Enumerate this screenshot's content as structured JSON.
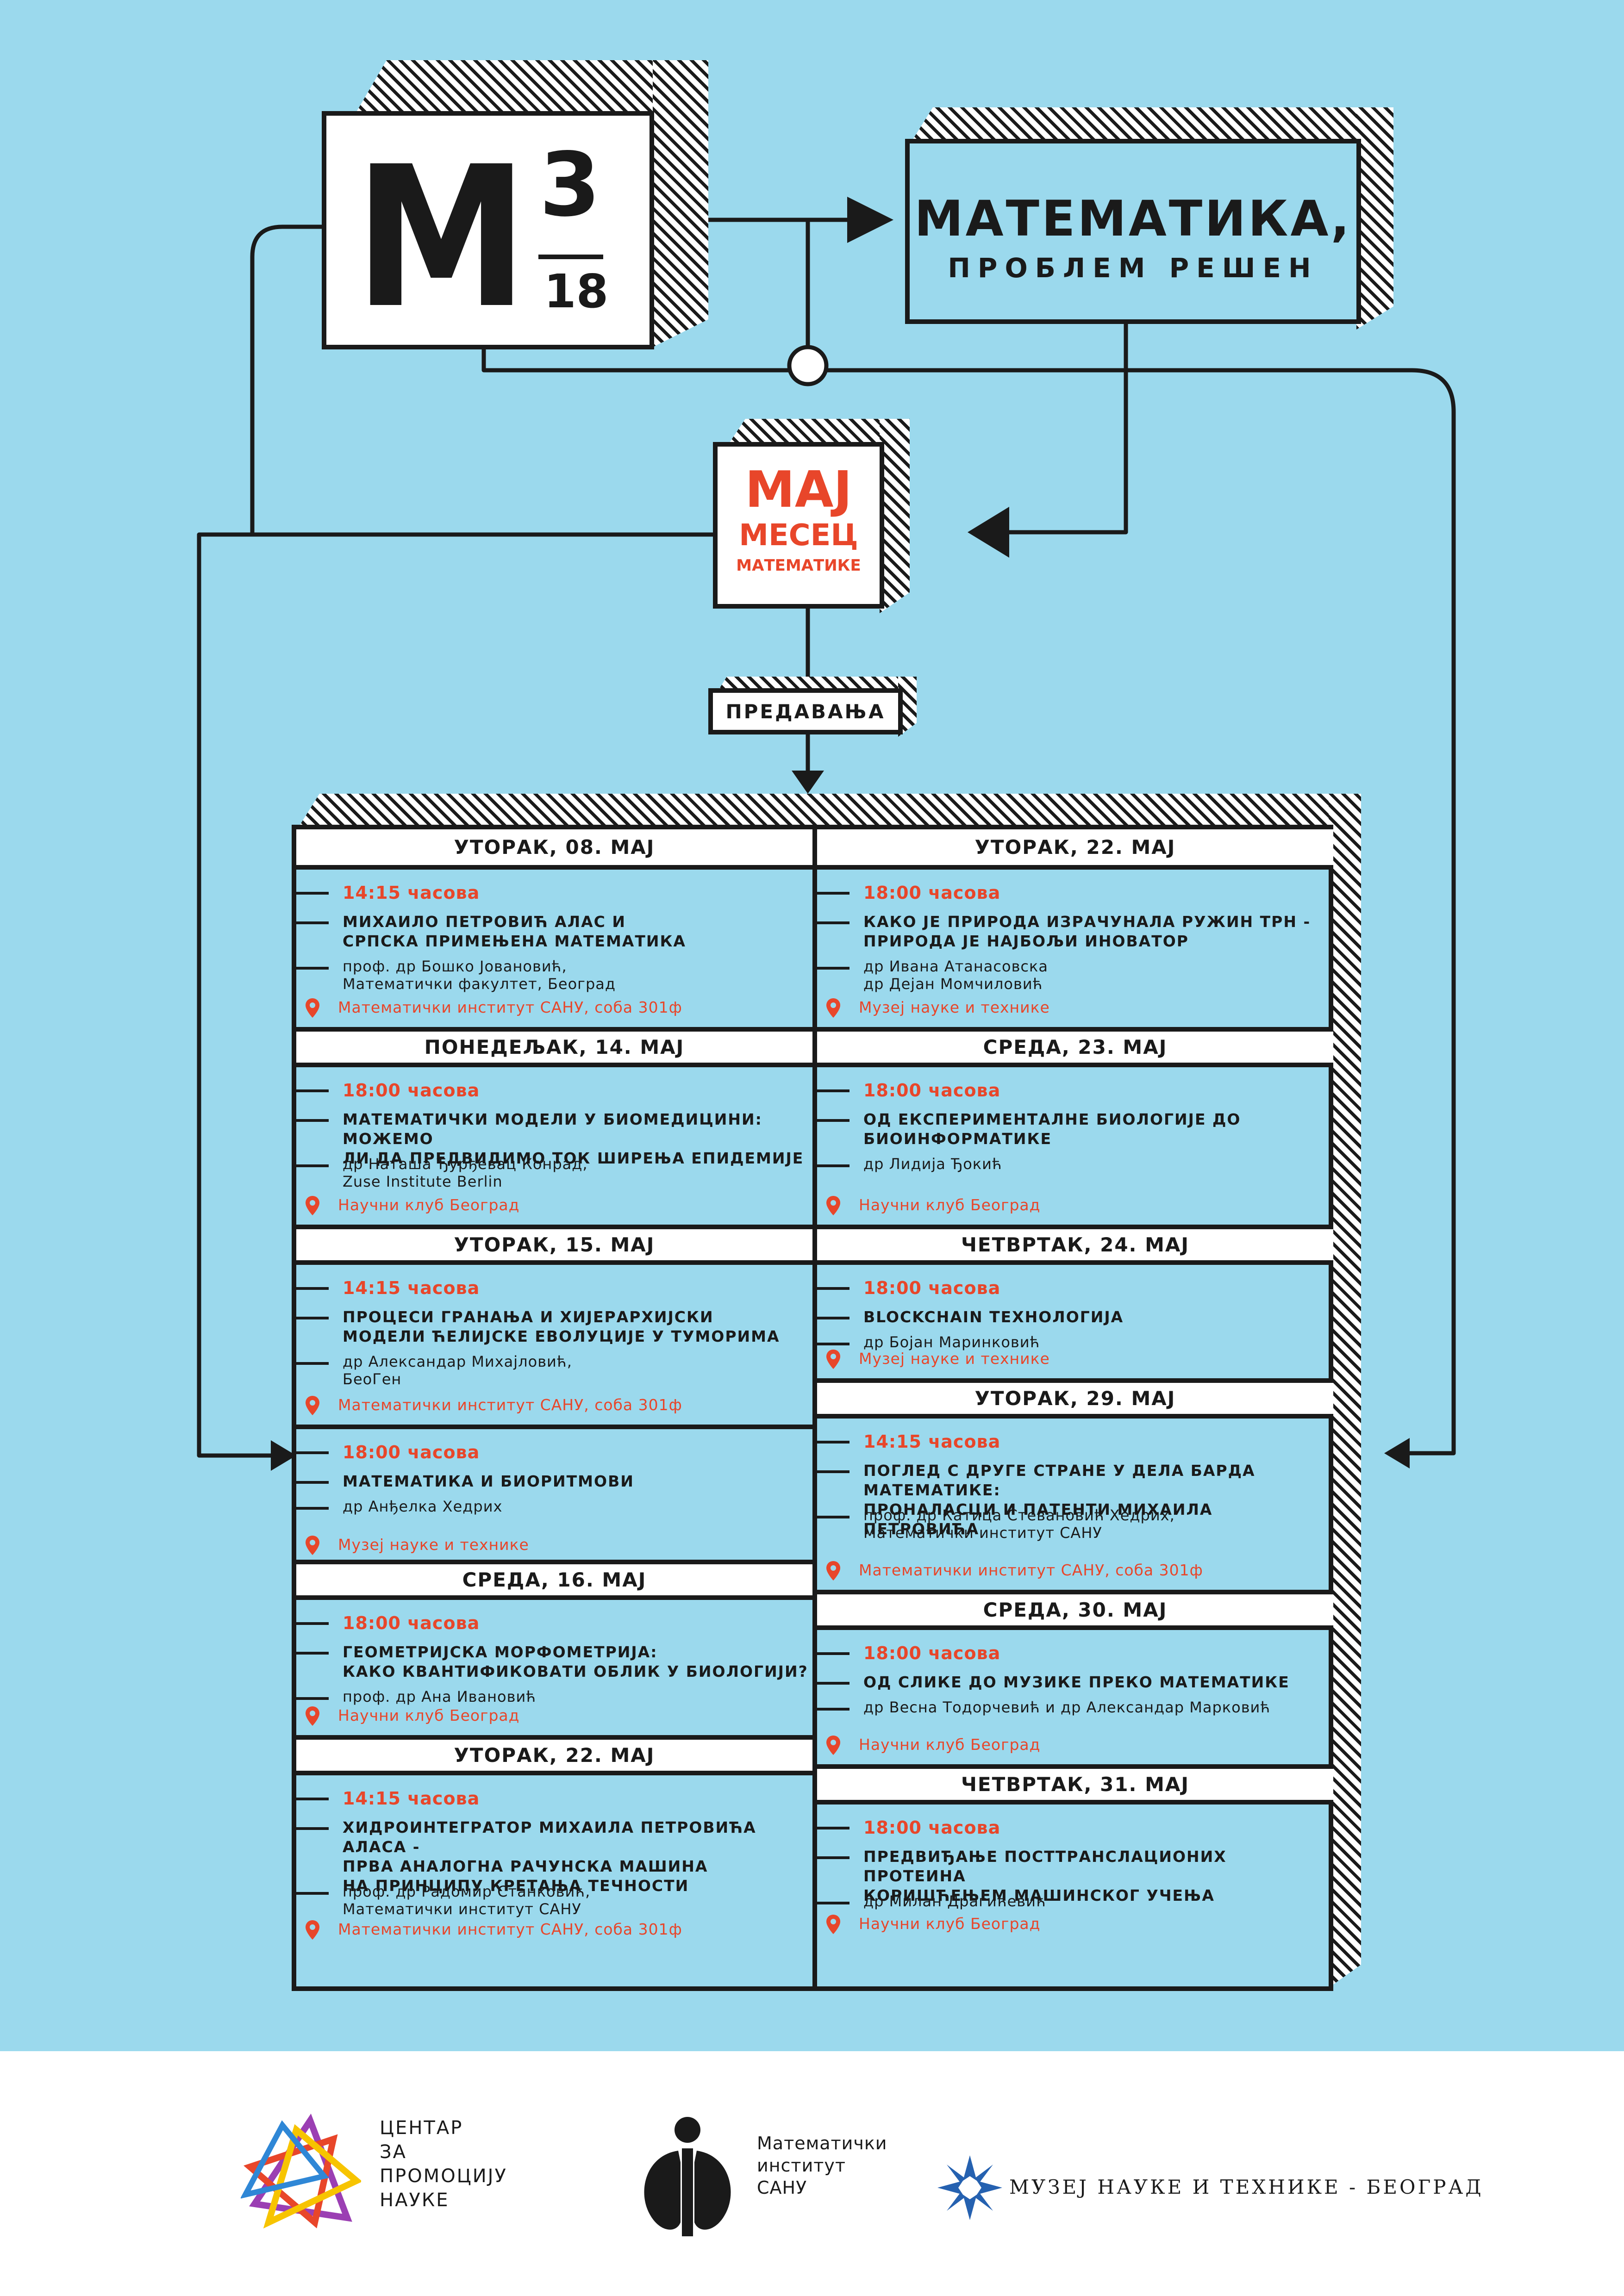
{
  "logo": {
    "letter": "M",
    "exponent": "3",
    "year": "18"
  },
  "title": {
    "main": "МАТЕМАТИКА,",
    "sub": "ПРОБЛЕМ РЕШЕН"
  },
  "month": {
    "line1": "МАЈ",
    "line2": "МЕСЕЦ",
    "line3": "МАТЕМАТИКЕ"
  },
  "section_label": "ПРЕДАВАЊА",
  "colors": {
    "background": "#9bd9ed",
    "accent": "#e8462a",
    "ink": "#1a1a1a"
  },
  "left_column": [
    {
      "day": "УТОРАК, 08. МАЈ",
      "events": [
        {
          "time": "14:15 часова",
          "title": "МИХАИЛО ПЕТРОВИЋ АЛАС И\nСРПСКА ПРИМЕЊЕНА МАТЕМАТИКА",
          "speaker": "проф. др Бошко Јовановић,\nМатематички факултет, Београд",
          "place": "Математички институт САНУ, соба 301ф"
        }
      ]
    },
    {
      "day": "ПОНЕДЕЉАК, 14. МАЈ",
      "events": [
        {
          "time": "18:00 часова",
          "title": "МАТЕМАТИЧКИ МОДЕЛИ У БИОМЕДИЦИНИ: МОЖЕМО\nЛИ ДА ПРЕДВИДИМО ТОК ШИРЕЊА ЕПИДЕМИЈЕ",
          "speaker": "др Наташа Ђурђевац Конрад,\nZuse Institute Berlin",
          "place": "Научни клуб Београд"
        }
      ]
    },
    {
      "day": "УТОРАК, 15. МАЈ",
      "events": [
        {
          "time": "14:15 часова",
          "title": "ПРОЦЕСИ ГРАНАЊА И ХИЈЕРАРХИЈСКИ\nМОДЕЛИ ЋЕЛИЈСКЕ ЕВОЛУЦИЈЕ У ТУМОРИМА",
          "speaker": "др Александар Михајловић,\nБеоГен",
          "place": "Математички институт САНУ, соба 301ф"
        },
        {
          "time": "18:00 часова",
          "title": "МАТЕМАТИКА И БИОРИТМОВИ",
          "speaker": "др Анђелка Хедрих",
          "place": "Музеј науке и технике"
        }
      ]
    },
    {
      "day": "СРЕДА, 16. МАЈ",
      "events": [
        {
          "time": "18:00 часова",
          "title": "ГЕОМЕТРИЈСКА МОРФОМЕТРИЈА:\nКАКО КВАНТИФИКОВАТИ ОБЛИК У БИОЛОГИЈИ?",
          "speaker": "проф. др Ана Ивановић",
          "place": "Научни клуб Београд"
        }
      ]
    },
    {
      "day": "УТОРАК, 22. МАЈ",
      "events": [
        {
          "time": "14:15 часова",
          "title": "ХИДРОИНТЕГРАТОР МИХАИЛА ПЕТРОВИЋА АЛАСА -\nПРВА АНАЛОГНА РАЧУНСКА МАШИНА\nНА ПРИНЦИПУ КРЕТАЊА ТЕЧНОСТИ",
          "speaker": "проф. др Радомир Станковић,\nМатематички институт САНУ",
          "place": "Математички институт САНУ, соба 301ф"
        }
      ]
    }
  ],
  "right_column": [
    {
      "day": "УТОРАК, 22. МАЈ",
      "events": [
        {
          "time": "18:00 часова",
          "title": "КАКО ЈЕ ПРИРОДА ИЗРАЧУНАЛА РУЖИН ТРН -\nПРИРОДА ЈЕ НАЈБОЉИ ИНОВАТОР",
          "speaker": "др Ивана Атанасовска\nдр Дејан Момчиловић",
          "place": "Музеј науке и технике"
        }
      ]
    },
    {
      "day": "СРЕДА, 23. МАЈ",
      "events": [
        {
          "time": "18:00 часова",
          "title": "ОД ЕКСПЕРИМЕНТАЛНЕ БИОЛОГИЈЕ ДО\nБИОИНФОРМАТИКЕ",
          "speaker": "др Лидија Ђокић",
          "place": "Научни клуб Београд"
        }
      ]
    },
    {
      "day": "ЧЕТВРТАК, 24. МАЈ",
      "events": [
        {
          "time": "18:00 часова",
          "title": "BLOCKCHAIN ТЕХНОЛОГИЈА",
          "speaker": "др Бојан Маринковић",
          "place": "Музеј науке и технике"
        }
      ]
    },
    {
      "day": "УТОРАК, 29. МАЈ",
      "events": [
        {
          "time": "14:15 часова",
          "title": "ПОГЛЕД С ДРУГЕ СТРАНЕ У ДЕЛА БАРДА МАТЕМАТИКЕ:\nПРОНАЛАСЦИ И ПАТЕНТИ МИХАИЛА ПЕТРОВИЋА",
          "speaker": "проф. др Катица Стевановић Хедрих,\nМатематички институт САНУ",
          "place": "Математички институт САНУ, соба 301ф"
        }
      ]
    },
    {
      "day": "СРЕДА, 30. МАЈ",
      "events": [
        {
          "time": "18:00 часова",
          "title": "ОД СЛИКЕ ДО МУЗИКЕ ПРЕКО МАТЕМАТИКЕ",
          "speaker": "др Весна Тодорчевић и др Александар Марковић",
          "place": "Научни клуб Београд"
        }
      ]
    },
    {
      "day": "ЧЕТВРТАК, 31. МАЈ",
      "events": [
        {
          "time": "18:00 часова",
          "title": "ПРЕДВИЂАЊЕ ПОСТТРАНСЛАЦИОНИХ ПРОТЕИНА\nКОРИШЋЕЊЕМ МАШИНСКОГ УЧЕЊА",
          "speaker": "др Милан Драгићевић",
          "place": "Научни клуб Београд"
        }
      ]
    }
  ],
  "footer": {
    "center": "ЦЕНТАР\nЗА\nПРОМОЦИЈУ\nНАУКЕ",
    "institute": "Математички\nинститут\nСАНУ",
    "museum": "МУЗЕЈ НАУКЕ И ТЕХНИКЕ - БЕОГРАД"
  }
}
